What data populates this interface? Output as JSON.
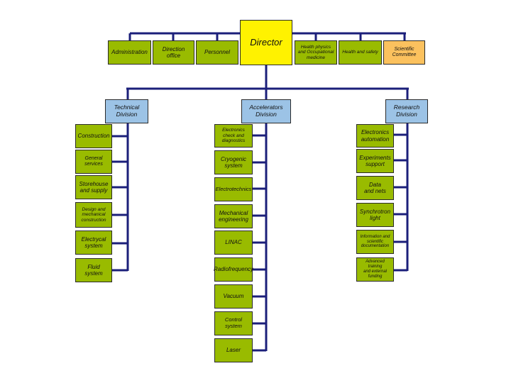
{
  "director": "Director",
  "top_left": [
    "Administration",
    "Direction\noffice",
    "Personnel"
  ],
  "top_right": [
    "Health physics\nand Occupational\nmedicine",
    "Health and safety",
    "Scientific\nCommittee"
  ],
  "divisions": {
    "technical": {
      "title": "Technical\nDivision",
      "units": [
        "Construction",
        "General services",
        "Storehouse\nand supply",
        "Design and\nmechanical\nconstruction",
        "Electrycal\nsystem",
        "Fluid system"
      ]
    },
    "accelerators": {
      "title": "Accelerators\nDivision",
      "units": [
        "Electronics\ncheck and\ndiagnostics",
        "Cryogenic\nsystem",
        "Electrotechnics",
        "Mechanical\nengineering",
        "LINAC",
        "Radiofrequency",
        "Vacuum",
        "Control system",
        "Laser"
      ]
    },
    "research": {
      "title": "Research\nDivision",
      "units": [
        "Electronics\nautomation",
        "Experiments\nsupport",
        "Data\nand nets",
        "Synchrotron\nlight",
        "Information and\nscientific\ndocumentation",
        "Advanced training\nand external\nfunding"
      ]
    }
  },
  "colors": {
    "line": "#1b1f7a",
    "unit": "#99bb00",
    "director": "#fff200",
    "division": "#9cc3e6",
    "committee": "#fbc15e"
  }
}
